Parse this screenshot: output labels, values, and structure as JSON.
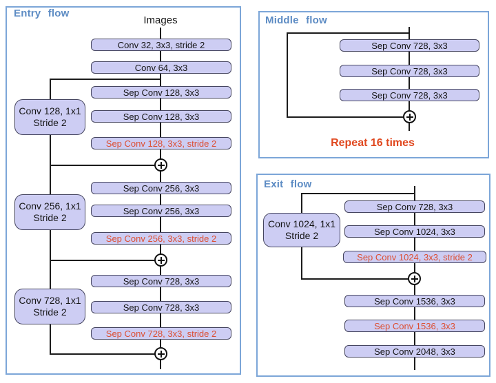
{
  "diagram": {
    "colors": {
      "panel_border": "#7ca6d8",
      "title_blue": "#5d8cc4",
      "node_fill": "#cdcdf3",
      "node_border": "#45455f",
      "red_text": "#dc4f33",
      "note_red": "#e0481f",
      "line_black": "#1b1b1b"
    },
    "icons": {
      "merge": "add-circle-icon"
    }
  },
  "entry": {
    "title": "Entry  flow",
    "input_label": "Images",
    "nodes": [
      {
        "label": "Conv 32, 3x3, stride 2"
      },
      {
        "label": "Conv 64, 3x3"
      },
      {
        "label": "Sep Conv 128, 3x3"
      },
      {
        "label": "Sep Conv 128, 3x3"
      },
      {
        "label": "Sep Conv 128, 3x3, stride 2"
      },
      {
        "label": "Sep Conv 256, 3x3"
      },
      {
        "label": "Sep Conv 256, 3x3"
      },
      {
        "label": "Sep Conv 256, 3x3, stride 2"
      },
      {
        "label": "Sep Conv 728, 3x3"
      },
      {
        "label": "Sep Conv 728, 3x3"
      },
      {
        "label": "Sep Conv 728, 3x3, stride 2"
      }
    ],
    "side_nodes": [
      {
        "label": "Conv 128, 1x1\nStride 2"
      },
      {
        "label": "Conv 256, 1x1\nStride 2"
      },
      {
        "label": "Conv 728, 1x1\nStride 2"
      }
    ]
  },
  "middle": {
    "title": "Middle  flow",
    "nodes": [
      {
        "label": "Sep Conv 728, 3x3"
      },
      {
        "label": "Sep Conv 728, 3x3"
      },
      {
        "label": "Sep Conv 728, 3x3"
      }
    ],
    "note": "Repeat 16 times"
  },
  "exit": {
    "title": "Exit  flow",
    "nodes": [
      {
        "label": "Sep Conv 728, 3x3"
      },
      {
        "label": "Sep Conv 1024, 3x3"
      },
      {
        "label": "Sep Conv 1024, 3x3, stride 2"
      },
      {
        "label": "Sep Conv 1536, 3x3"
      },
      {
        "label": "Sep Conv 1536, 3x3"
      },
      {
        "label": "Sep Conv 2048, 3x3"
      }
    ],
    "side_node": {
      "label": "Conv 1024, 1x1\nStride 2"
    }
  }
}
